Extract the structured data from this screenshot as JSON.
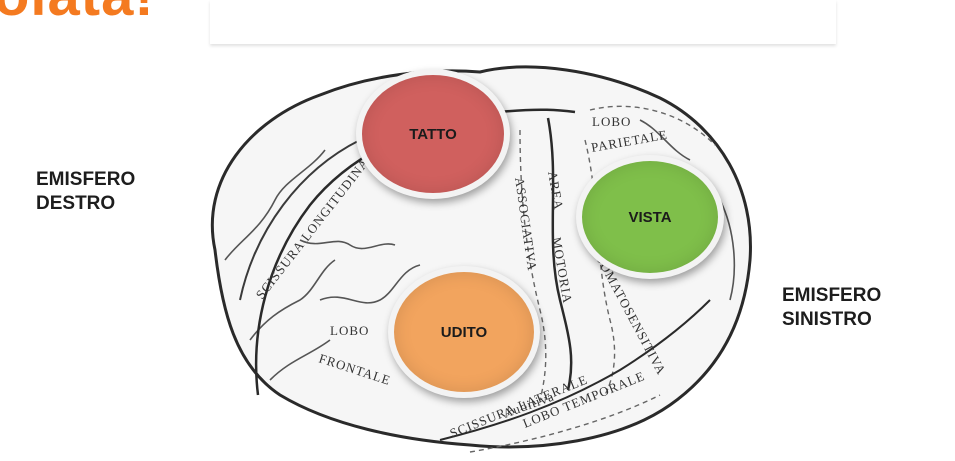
{
  "header": {
    "title": "olata!"
  },
  "hemispheres": {
    "left_label": "EMISFERO\nDESTRO",
    "right_label": "EMISFERO\nSINISTRO"
  },
  "senses": {
    "touch": "TATTO",
    "sight": "VISTA",
    "hearing": "UDITO"
  },
  "brain_labels": {
    "longitudinal": "SCISSURA LONGITUDINALE",
    "lateral": "SCISSURA LATERALE",
    "frontal_lobe_1": "LOBO",
    "frontal_lobe_2": "FRONTALE",
    "parietal_lobe_1": "LOBO",
    "parietal_lobe_2": "PARIETALE",
    "motor_area_1": "AREA",
    "motor_area_2": "MOTORIA",
    "associative_area": "ASSOCIATIVA",
    "somatosensory": "SOMATOSENSITIVA",
    "temporal_lobe": "LOBO TEMPORALE",
    "auditory": "Auditiva"
  },
  "colors": {
    "title": "#f47a20",
    "touch": "#d0605e",
    "sight": "#7fbf4a",
    "hearing": "#f2a45e"
  }
}
